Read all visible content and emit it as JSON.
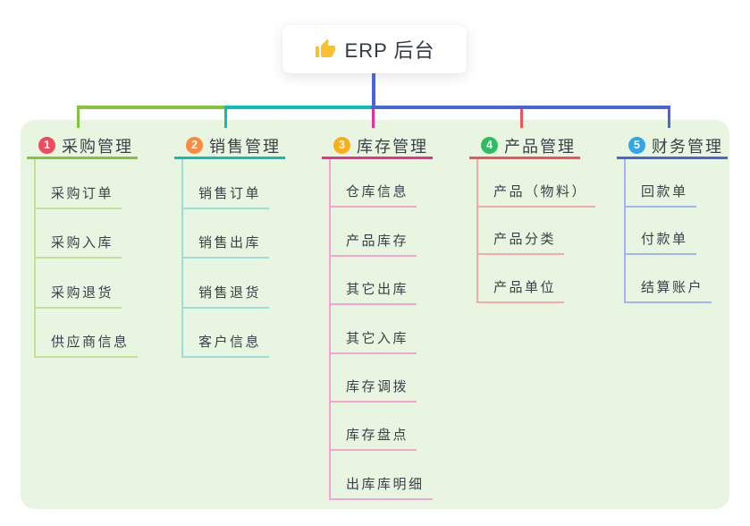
{
  "root": {
    "title": "ERP 后台",
    "icon": "thumbs-up"
  },
  "branches": [
    {
      "badge": "1",
      "badge_color": "#F2495E",
      "label": "采购管理",
      "color": "#85C23E",
      "light_color": "#BFE298",
      "children": [
        "采购订单",
        "采购入库",
        "采购退货",
        "供应商信息"
      ]
    },
    {
      "badge": "2",
      "badge_color": "#FB8B3D",
      "label": "销售管理",
      "color": "#0BBFB7",
      "light_color": "#9BDFD9",
      "children": [
        "销售订单",
        "销售出库",
        "销售退货",
        "客户信息"
      ]
    },
    {
      "badge": "3",
      "badge_color": "#FBAE17",
      "label": "库存管理",
      "color": "#EC2D92",
      "light_color": "#F5A6D0",
      "children": [
        "仓库信息",
        "产品库存",
        "其它出库",
        "其它入库",
        "库存调拨",
        "库存盘点",
        "出库库明细"
      ]
    },
    {
      "badge": "4",
      "badge_color": "#2EBE5F",
      "label": "产品管理",
      "color": "#F4515C",
      "light_color": "#F9A8AE",
      "children": [
        "产品（物料）",
        "产品分类",
        "产品单位"
      ]
    },
    {
      "badge": "5",
      "badge_color": "#2FA7E8",
      "label": "财务管理",
      "color": "#4966D9",
      "light_color": "#A4B6E9",
      "children": [
        "回款单",
        "付款单",
        "结算账户"
      ]
    }
  ],
  "connector_color": "#4966D9",
  "panel_color": "#E8F5E0",
  "icon_color": "#FBC02D"
}
